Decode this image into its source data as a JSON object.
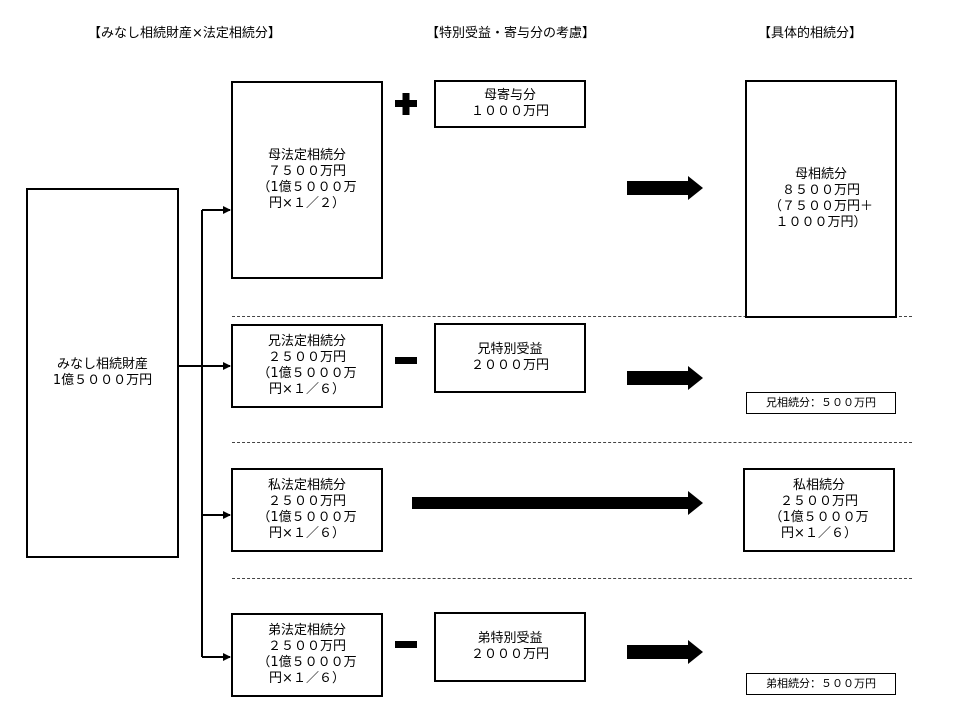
{
  "headers": {
    "col1": "【みなし相続財産×法定相続分】",
    "col2": "【特別受益・寄与分の考慮】",
    "col3": "【具体的相続分】"
  },
  "total": {
    "line1": "みなし相続財産",
    "line2": "1億５０００万円"
  },
  "mother_legal": {
    "line1": "母法定相続分",
    "line2": "７５００万円",
    "line3": "（1億５０００万",
    "line4": "円×１／２）"
  },
  "brother_legal": {
    "line1": "兄法定相続分",
    "line2": "２５００万円",
    "line3": "（1億５０００万",
    "line4": "円×１／６）"
  },
  "me_legal": {
    "line1": "私法定相続分",
    "line2": "２５００万円",
    "line3": "（1億５０００万",
    "line4": "円×１／６）"
  },
  "younger_legal": {
    "line1": "弟法定相続分",
    "line2": "２５００万円",
    "line3": "（1億５０００万",
    "line4": "円×１／６）"
  },
  "mother_contribution": {
    "line1": "母寄与分",
    "line2": "１０００万円"
  },
  "brother_gift": {
    "line1": "兄特別受益",
    "line2": "２０００万円"
  },
  "younger_gift": {
    "line1": "弟特別受益",
    "line2": "２０００万円"
  },
  "mother_result": {
    "line1": "母相続分",
    "line2": "８５００万円",
    "line3": "（７５００万円＋",
    "line4": "１０００万円）"
  },
  "brother_result": {
    "label": "兄相続分：５００万円"
  },
  "me_result": {
    "line1": "私相続分",
    "line2": "２５００万円",
    "line3": "（1億５０００万",
    "line4": "円×１／６）"
  },
  "younger_result": {
    "label": "弟相続分：５００万円"
  }
}
